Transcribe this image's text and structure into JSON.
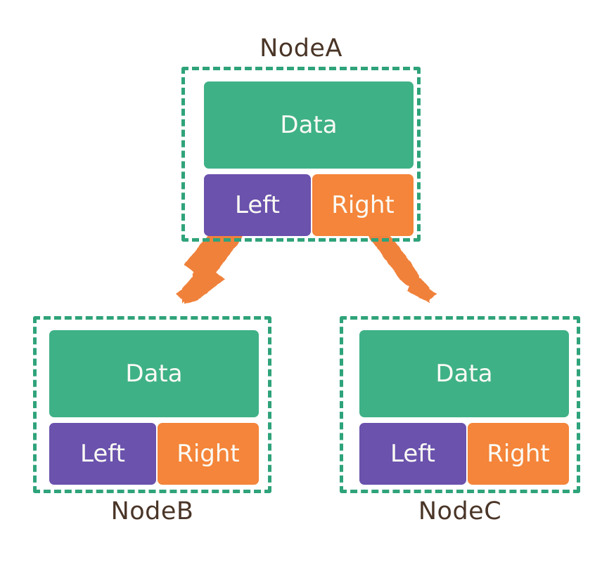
{
  "diagram": {
    "type": "binary-tree-node-structure",
    "background_color": "#ffffff",
    "palette": {
      "data_cell": "#3fb187",
      "left_cell": "#6a52ad",
      "right_cell": "#f4853a",
      "dashed_border": "#2fa37a",
      "arrow": "#f0813a",
      "label_text": "#4a3527",
      "cell_text": "#fbfaf4"
    },
    "nodes": [
      {
        "id": "node-a",
        "title": "NodeA",
        "title_position": "above",
        "cells": {
          "data": "Data",
          "left": "Left",
          "right": "Right"
        }
      },
      {
        "id": "node-b",
        "title": "NodeB",
        "title_position": "below",
        "cells": {
          "data": "Data",
          "left": "Left",
          "right": "Right"
        }
      },
      {
        "id": "node-c",
        "title": "NodeC",
        "title_position": "below",
        "cells": {
          "data": "Data",
          "left": "Left",
          "right": "Right"
        }
      }
    ],
    "edges": [
      {
        "id": "edge-a-left-to-b",
        "from": "node-a.left",
        "to": "node-b",
        "style": "hand-drawn-arrow",
        "direction": "down-left"
      },
      {
        "id": "edge-a-right-to-c",
        "from": "node-a.right",
        "to": "node-c",
        "style": "hand-drawn-arrow",
        "direction": "down-right"
      }
    ]
  }
}
